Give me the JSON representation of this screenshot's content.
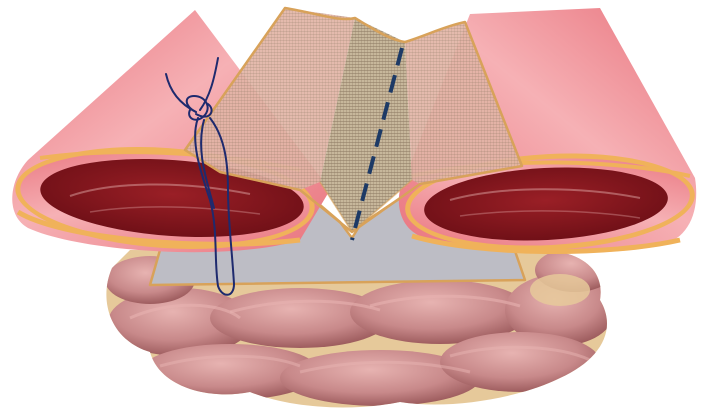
{
  "illustration": {
    "colors": {
      "background": "#ffffff",
      "bowel_loop": "#c8898a",
      "bowel_loop_highlight": "#e7b3b1",
      "bowel_loop_shadow": "#8c4a4c",
      "fat": "#e6c99a",
      "tube_outer": "#e9747e",
      "tube_outer_light": "#f6b1b5",
      "tube_lumen": "#9a1f26",
      "tube_lumen_dark": "#6d0f16",
      "tube_rim": "#f0b25a",
      "mesh_sheet": "#bdbdc5",
      "mesh_sheet_edge": "#d8a25a",
      "mesh_side": "#e2b4a6",
      "mesh_center": "#c7b79b",
      "mesh_weave": "#8e7a63",
      "dashed_line": "#1d3a66",
      "suture": "#1e2a6e"
    },
    "icons": [
      "bowel-loops",
      "colon-stump-left",
      "colon-stump-right",
      "mesh-sheet",
      "mesh-fold-flap",
      "suture-loop",
      "fold-line"
    ]
  }
}
